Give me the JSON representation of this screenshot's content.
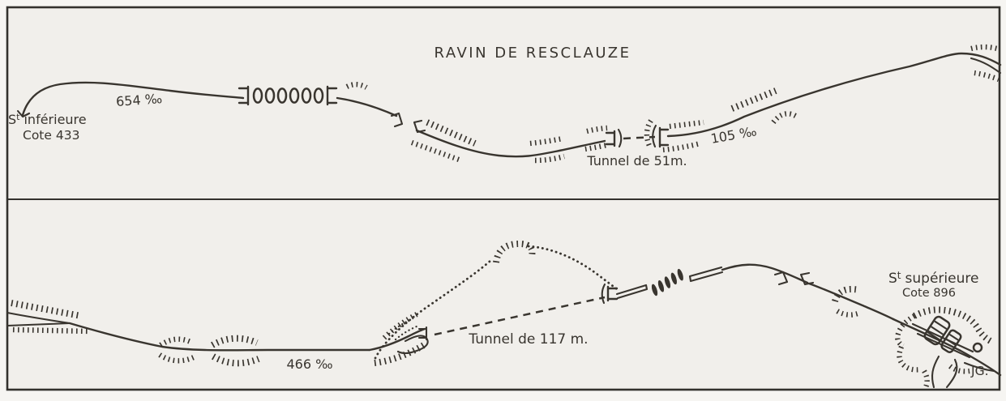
{
  "title": "RAVIN DE RESCLAUZE",
  "stations": {
    "lower": {
      "abbr": "S",
      "sup": "t",
      "name": "inférieure",
      "elevation": "Cote 433"
    },
    "upper": {
      "abbr": "S",
      "sup": "t",
      "name": "supérieure",
      "elevation": "Cote 896"
    }
  },
  "gradients": {
    "section1": "654 ‰",
    "section2": "105 ‰",
    "section3": "466 ‰"
  },
  "tunnels": {
    "tunnel51": "Tunnel de 51m.",
    "tunnel117": "Tunnel de 117 m."
  },
  "signature": "JG.",
  "colors": {
    "ink": "#39352f",
    "paper": "#f1efeb",
    "page": "#f6f5f2",
    "frame": "#33312d"
  }
}
